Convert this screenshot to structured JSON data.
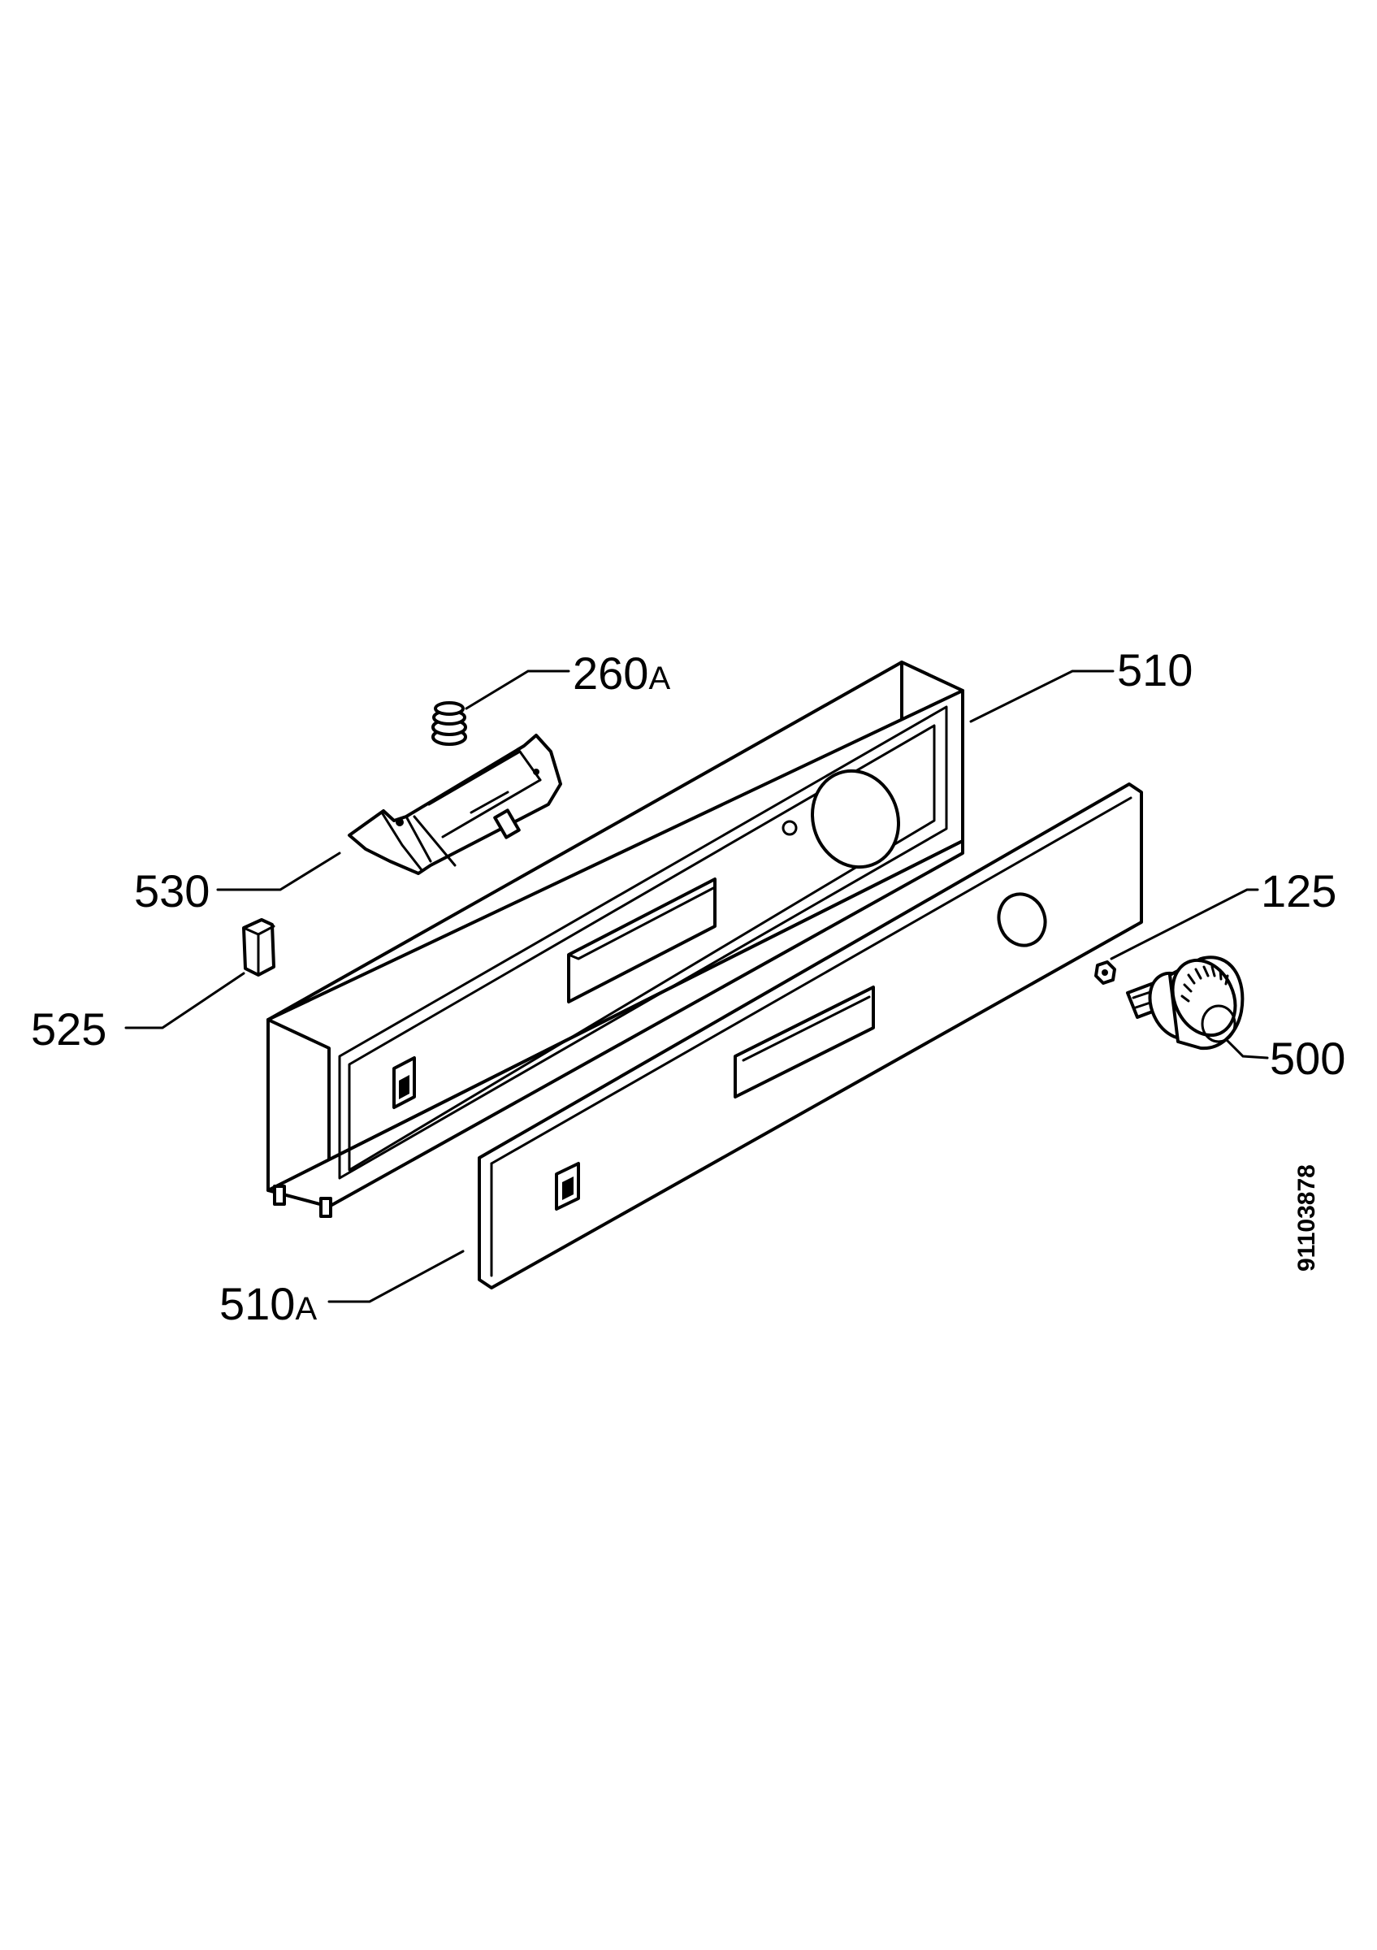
{
  "callouts": {
    "c260a": {
      "number": "260",
      "suffix": "A"
    },
    "c510": {
      "number": "510",
      "suffix": ""
    },
    "c530": {
      "number": "530",
      "suffix": ""
    },
    "c125": {
      "number": "125",
      "suffix": ""
    },
    "c525": {
      "number": "525",
      "suffix": ""
    },
    "c500": {
      "number": "500",
      "suffix": ""
    },
    "c510a": {
      "number": "510",
      "suffix": "A"
    }
  },
  "document_number": "91103878",
  "colors": {
    "line": "#000000",
    "background": "#ffffff"
  }
}
